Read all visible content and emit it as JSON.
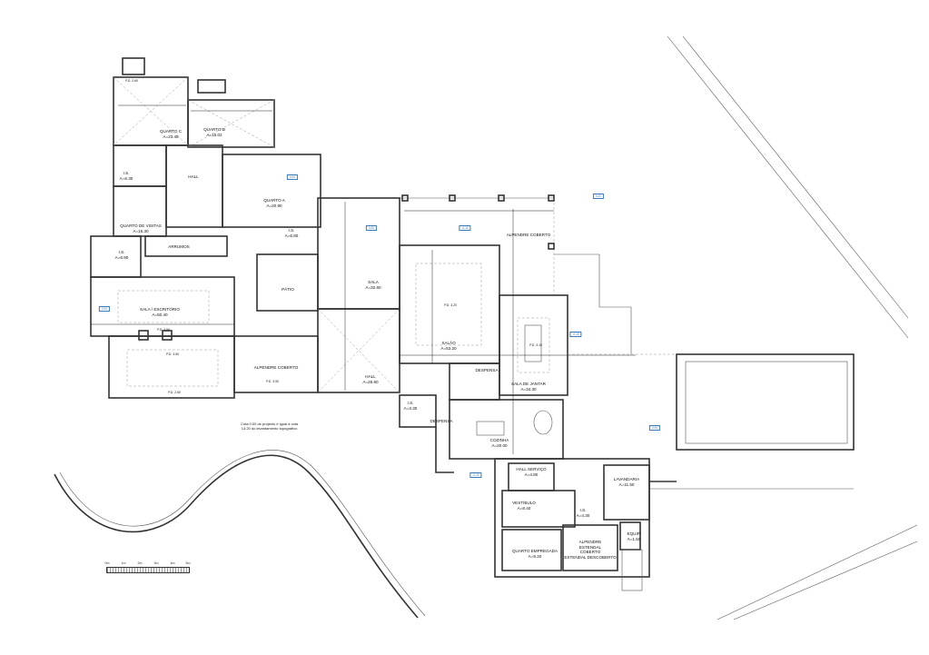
{
  "rooms": [
    {
      "name": "QUARTO C",
      "area": "A=23.45"
    },
    {
      "name": "QUARTO B",
      "area": "A=15.02"
    },
    {
      "name": "QUARTO A",
      "area": "A=20.90"
    },
    {
      "name": "HALL",
      "area": ""
    },
    {
      "name": "I.S.",
      "area": "A=6.30"
    },
    {
      "name": "QUARTO DE VISITAS",
      "area": "A=15.30"
    },
    {
      "name": "I.S.",
      "area": "A=6.80"
    },
    {
      "name": "ARRUMOS",
      "area": ""
    },
    {
      "name": "I.S.",
      "area": "A=6.90"
    },
    {
      "name": "SALA / ESCRITÓRIO",
      "area": "A=50.40"
    },
    {
      "name": "PÁTIO",
      "area": ""
    },
    {
      "name": "SALA",
      "area": "A=32.60"
    },
    {
      "name": "ALPENDRE COBERTO",
      "area": ""
    },
    {
      "name": "HALL",
      "area": "A=25.60"
    },
    {
      "name": "I.S.",
      "area": "A=3.30"
    },
    {
      "name": "ALPENDRE COBERTO",
      "area": ""
    },
    {
      "name": "SALÃO",
      "area": "A=53.20"
    },
    {
      "name": "DESPENSA",
      "area": ""
    },
    {
      "name": "SALA DE JANTAR",
      "area": "A=34.30"
    },
    {
      "name": "DESPENSA",
      "area": ""
    },
    {
      "name": "COZINHA",
      "area": "A=20.00"
    },
    {
      "name": "HALL SERVIÇO",
      "area": "A=4.80"
    },
    {
      "name": "LAVANDARIA",
      "area": "A=11.50"
    },
    {
      "name": "VESTÍBULO",
      "area": "A=8.40"
    },
    {
      "name": "I.S.",
      "area": "A=4.30"
    },
    {
      "name": "QUARTO EMPREGADA",
      "area": "A=9.20"
    },
    {
      "name": "ALPENDRE ESTENDAL COBERTO",
      "area": ""
    },
    {
      "name": "ESTENDAL DESCOBERTO",
      "area": ""
    },
    {
      "name": "EQUIP.",
      "area": "A=1.50"
    }
  ],
  "ceilings": [
    "P.D. 2.60",
    "P.D. 3.50",
    "P.D. 3.50",
    "P.D. 3.20",
    "P.D. 3.10",
    "P.D. 2.60",
    "P.D. 3.90"
  ],
  "levels": [
    "0.00",
    "0.00",
    "-0.15",
    "-0.15",
    "0.00",
    "-0.20",
    "0.00",
    "0.00"
  ],
  "note": [
    "Cota 0.00 do projecto é igual à cota",
    "13.20 do levantamento topográfico"
  ],
  "scale_bar": [
    "0m",
    "1m",
    "2m",
    "3m",
    "4m",
    "5m"
  ]
}
